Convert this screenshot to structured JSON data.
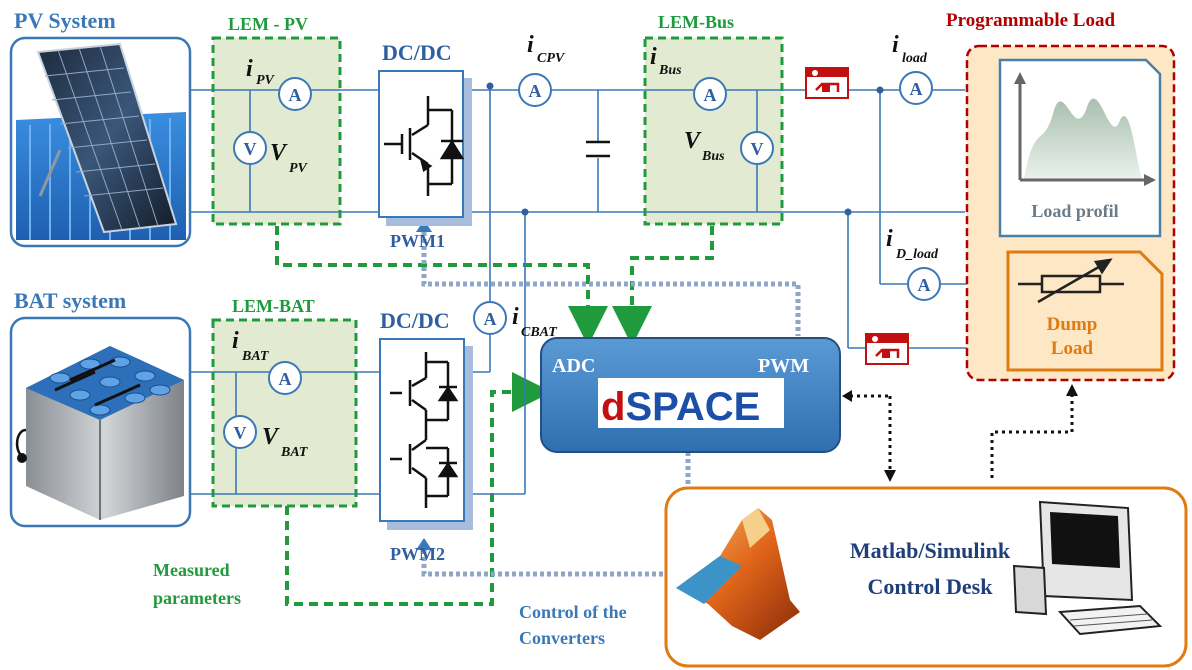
{
  "colors": {
    "wire": "#3b78b8",
    "green": "#1f9a3c",
    "navy": "#1f3f7a",
    "red": "#b00000",
    "orange": "#e07b12",
    "dspace_blue": "#4a8cc8",
    "lem_fill": "#e3ead2",
    "load_fill": "#fde7c5"
  },
  "titles": {
    "pv_system": "PV System",
    "bat_system": "BAT system",
    "programmable_load": "Programmable Load"
  },
  "lem": {
    "pv": {
      "title": "LEM - PV",
      "i_main": "i",
      "i_sub": "PV",
      "v_main": "V",
      "v_sub": "PV"
    },
    "bus": {
      "title": "LEM-Bus",
      "i_main": "i",
      "i_sub": "Bus",
      "v_main": "V",
      "v_sub": "Bus"
    },
    "bat": {
      "title": "LEM-BAT",
      "i_main": "i",
      "i_sub": "BAT",
      "v_main": "V",
      "v_sub": "BAT"
    }
  },
  "meters": {
    "ammeter": "A",
    "voltmeter": "V"
  },
  "converters": {
    "top": {
      "label": "DC/DC",
      "pwm": "PWM1"
    },
    "bottom": {
      "label": "DC/DC",
      "pwm": "PWM2"
    }
  },
  "currents": {
    "cpv": {
      "main": "i",
      "sub": "CPV"
    },
    "cbat": {
      "main": "i",
      "sub": "CBAT"
    },
    "load": {
      "main": "i",
      "sub": "load"
    },
    "dload": {
      "main": "i",
      "sub": "D_load"
    }
  },
  "dspace": {
    "adc": "ADC",
    "pwm": "PWM",
    "brand_d": "d",
    "brand_rest": "SPACE"
  },
  "load": {
    "profile_label": "Load profil",
    "dump_label_1": "Dump",
    "dump_label_2": "Load"
  },
  "software": {
    "line1": "Matlab/Simulink",
    "line2": "Control Desk"
  },
  "annotations": {
    "measured_1": "Measured",
    "measured_2": "parameters",
    "control_1": "Control of the",
    "control_2": "Converters"
  },
  "icons": [
    "solar-panel-icon",
    "battery-pack-icon",
    "igbt-switch-icon",
    "capacitor-icon",
    "relay-switch-icon",
    "load-profile-chart-icon",
    "variable-resistor-icon",
    "matlab-logo-icon",
    "desktop-computer-icon"
  ]
}
